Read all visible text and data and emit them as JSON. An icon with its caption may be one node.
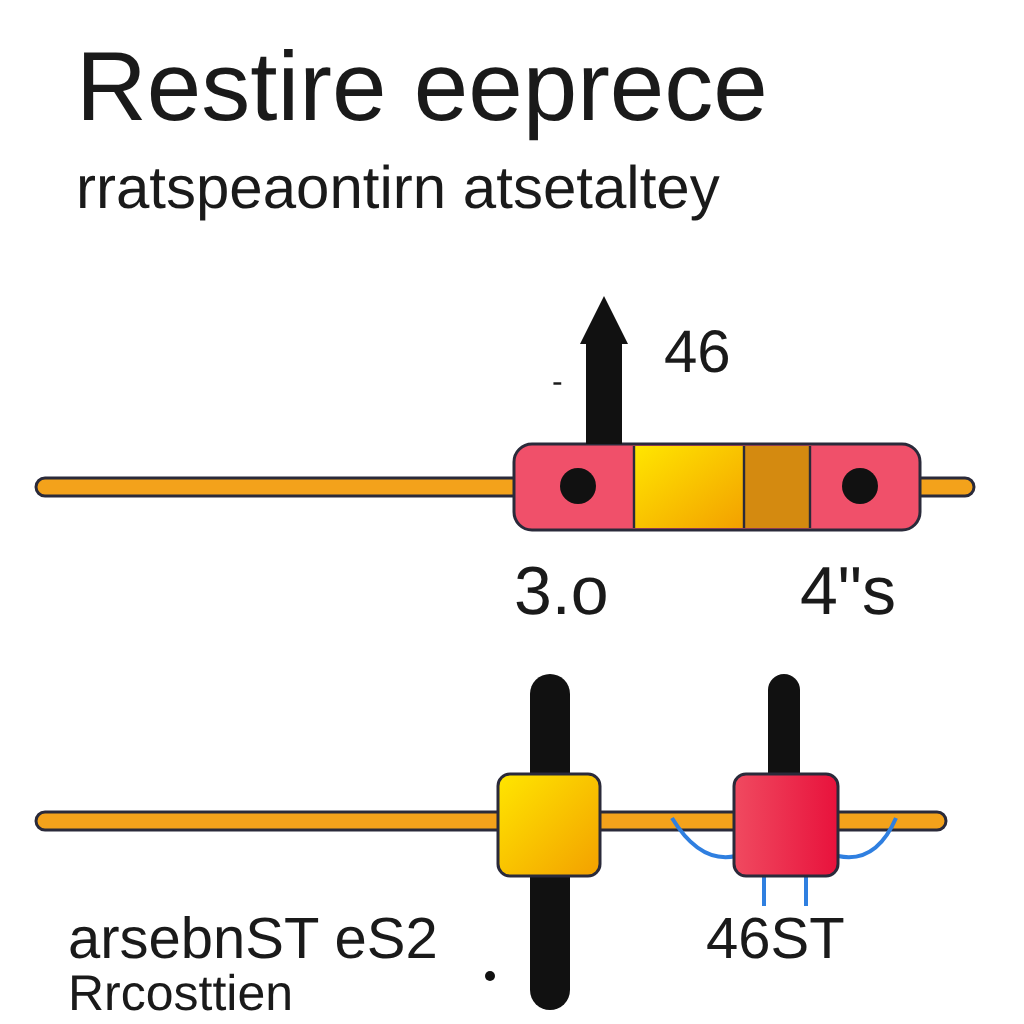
{
  "diagram": {
    "title": "Restire eeprece",
    "labels": [
      "rratspeaontirn atsetaltey",
      "-",
      "46",
      "3.o",
      "4\"s",
      "arsebnST eS2",
      "46ST",
      "Rrcosttien"
    ]
  }
}
